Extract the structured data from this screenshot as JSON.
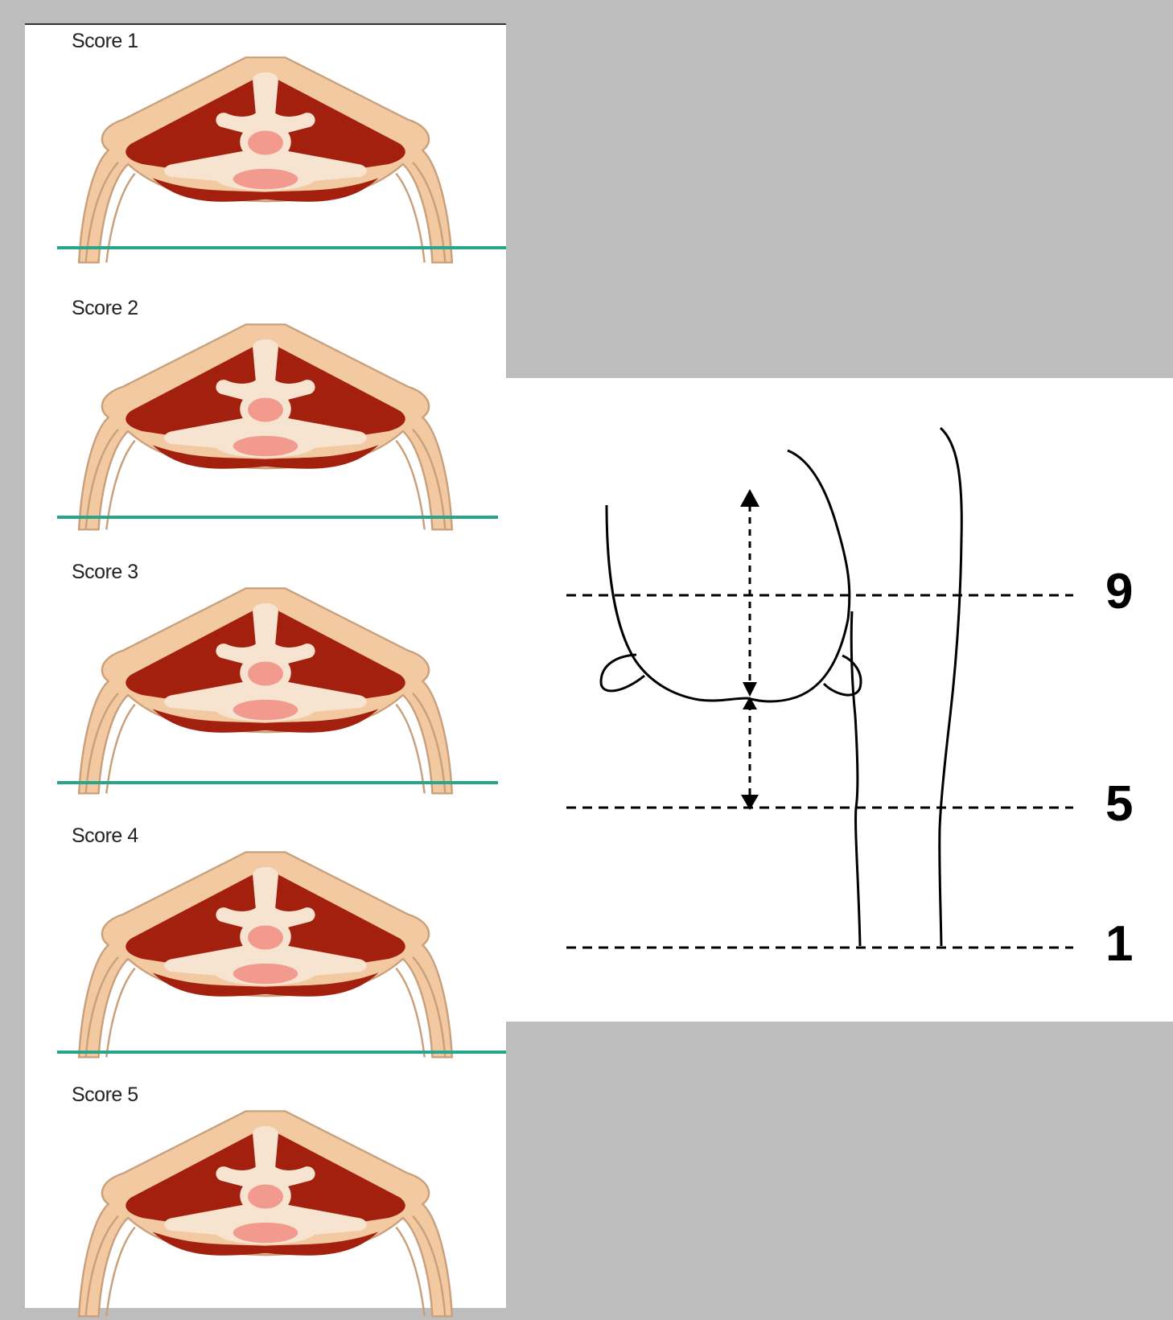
{
  "scores": [
    {
      "label": "Score 1"
    },
    {
      "label": "Score 2"
    },
    {
      "label": "Score 3"
    },
    {
      "label": "Score 4"
    },
    {
      "label": "Score 5"
    }
  ],
  "levels": [
    {
      "label": "9"
    },
    {
      "label": "5"
    },
    {
      "label": "1"
    }
  ],
  "colors": {
    "panel_background": "#bdbdbd",
    "skin": "#f2c9a0",
    "skin_outline": "#c9a07c",
    "muscle": "#a3200f",
    "bone": "#f7e4d0",
    "spinal_cord": "#f19a8d",
    "divider": "#2aa58c"
  }
}
